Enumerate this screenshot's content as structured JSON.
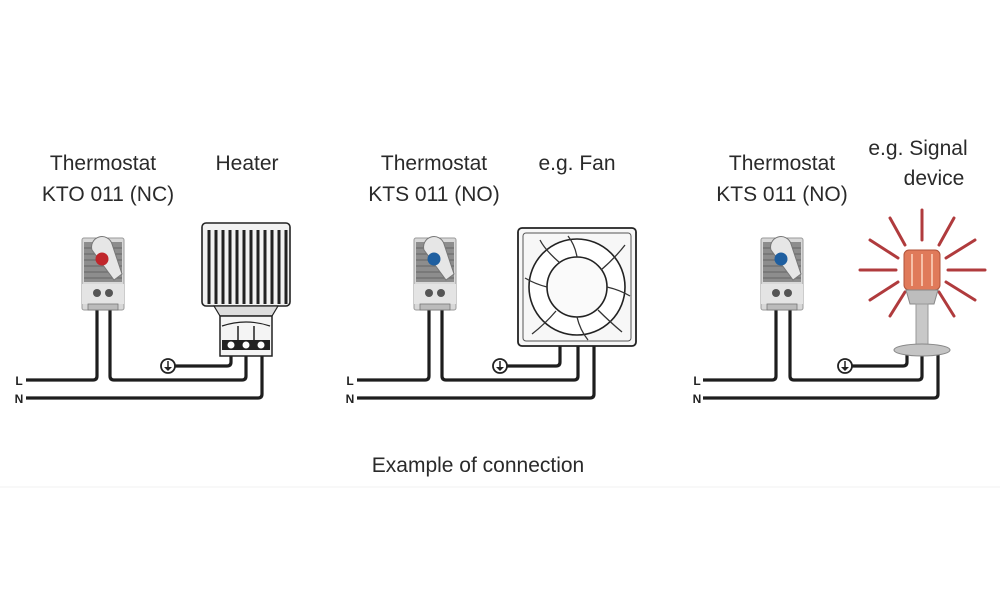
{
  "caption": "Example of connection",
  "line_labels": {
    "live": "L",
    "neutral": "N"
  },
  "colors": {
    "nc_dial": "#c0262b",
    "no_dial": "#1f5fa0",
    "signal_ray": "#a3191c",
    "wire": "#1e1e1e"
  },
  "panels": [
    {
      "thermostat_title": "Thermostat",
      "thermostat_model": "KTO 011 (NC)",
      "device": "Heater",
      "device_icon": "heater-icon"
    },
    {
      "thermostat_title": "Thermostat",
      "thermostat_model": "KTS 011 (NO)",
      "device": "e.g. Fan",
      "device_icon": "fan-icon"
    },
    {
      "thermostat_title": "Thermostat",
      "thermostat_model": "KTS 011 (NO)",
      "device_line1": "e.g. Signal",
      "device_line2": "device",
      "device_icon": "signal-light-icon"
    }
  ]
}
